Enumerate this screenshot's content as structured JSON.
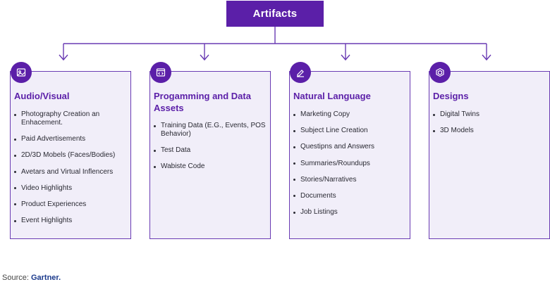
{
  "title": "Artifacts",
  "cards": [
    {
      "icon": "media-frame-icon",
      "title": "Audio/Visual",
      "items": [
        "Photography Creation an Enhacement.",
        "Paid Advertisements",
        "2D/3D Mobels (Faces/Bodies)",
        "Avetars and Virtual Inflencers",
        "Video Highlights",
        "Product Experiences",
        "Event Highlights"
      ]
    },
    {
      "icon": "code-window-icon",
      "title": "Progamming and Data Assets",
      "items": [
        "Training Data (E.G., Events, POS Behavior)",
        "Test Data",
        "Wabiste Code"
      ]
    },
    {
      "icon": "pen-writing-icon",
      "title": "Natural Language",
      "items": [
        "Marketing Copy",
        "Subject Line Creation",
        "Questipns and Answers",
        "Summaries/Roundups",
        "Stories/Narratives",
        "Documents",
        "Job Listings"
      ]
    },
    {
      "icon": "hexagon-cube-icon",
      "title": "Designs",
      "items": [
        "Digital Twins",
        "3D Models"
      ]
    }
  ],
  "source": {
    "label": "Source: ",
    "brand": "Gartner."
  },
  "colors": {
    "accent": "#5b1fa8",
    "card_bg": "#f1eef9",
    "border": "#6a3bb3"
  }
}
